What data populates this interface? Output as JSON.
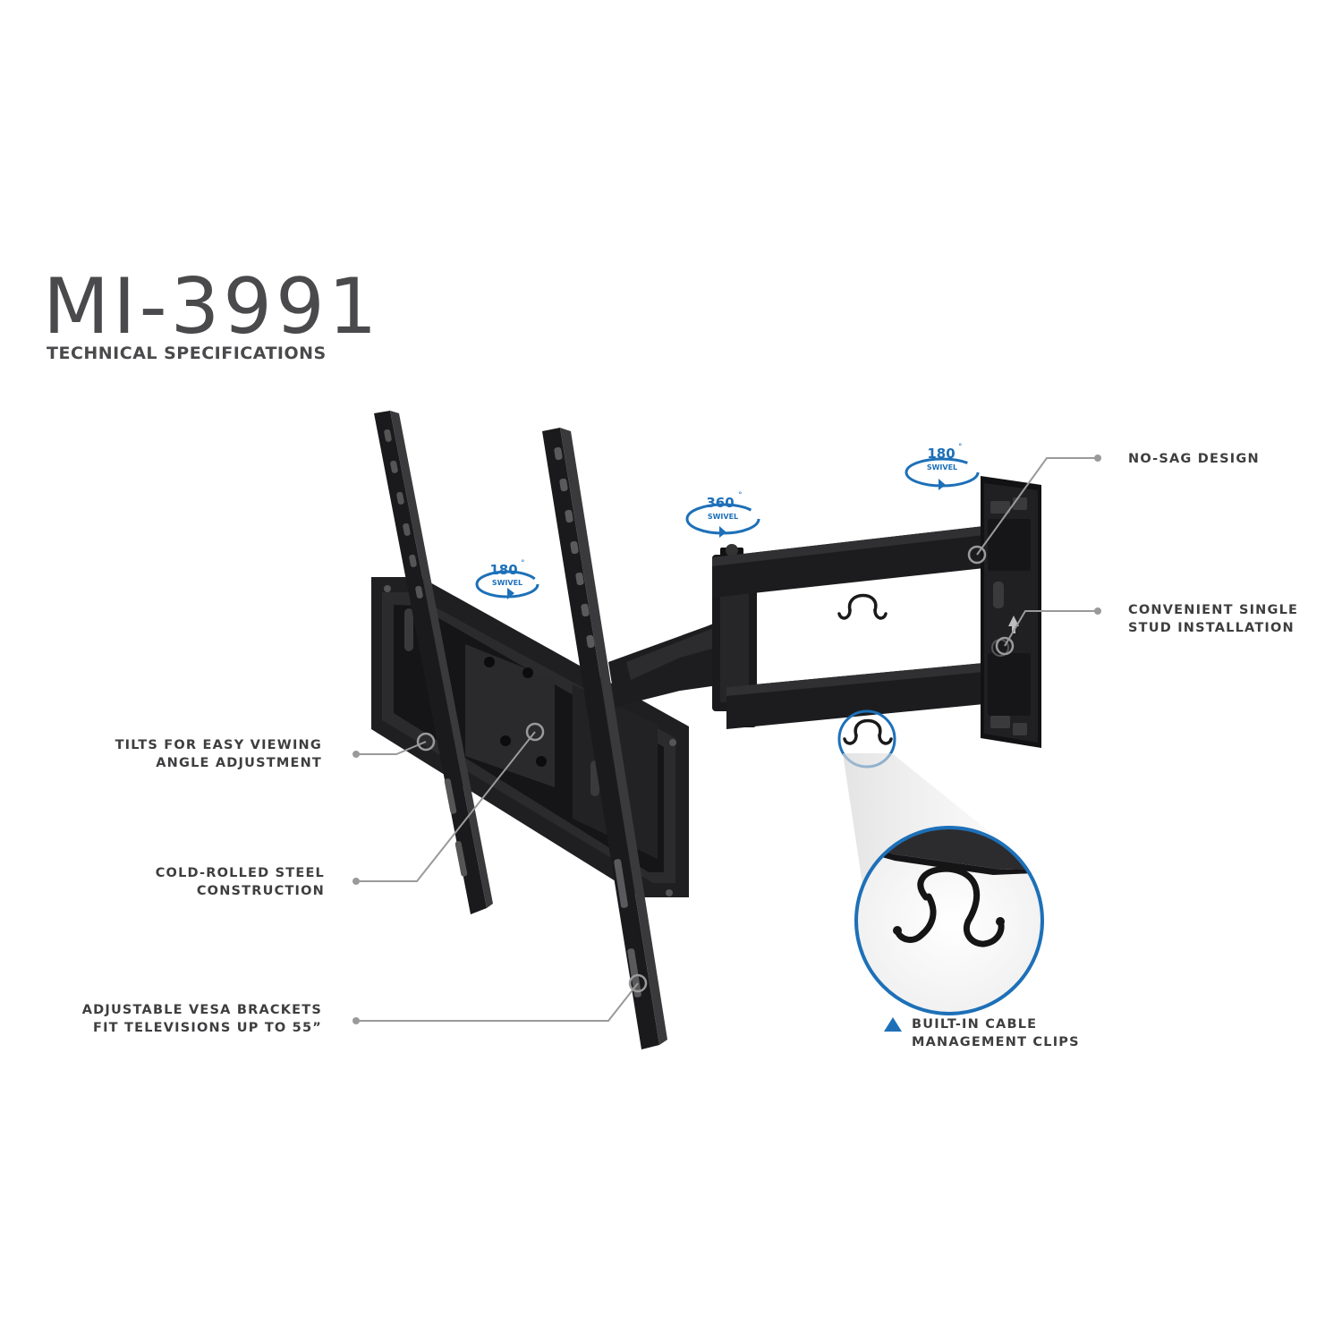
{
  "header": {
    "model": "MI-3991",
    "subtitle": "TECHNICAL SPECIFICATIONS"
  },
  "swivel_badges": [
    {
      "degrees": "180",
      "unit": "°",
      "label": "SWIVEL"
    },
    {
      "degrees": "360",
      "unit": "°",
      "label": "SWIVEL"
    },
    {
      "degrees": "180",
      "unit": "°",
      "label": "SWIVEL"
    }
  ],
  "callouts": {
    "tilt": [
      "TILTS FOR EASY VIEWING",
      "ANGLE ADJUSTMENT"
    ],
    "steel": [
      "COLD-ROLLED STEEL",
      "CONSTRUCTION"
    ],
    "vesa": [
      "ADJUSTABLE VESA BRACKETS",
      "FIT TELEVISIONS UP TO 55”"
    ],
    "no_sag": [
      "NO-SAG DESIGN"
    ],
    "stud": [
      "CONVENIENT SINGLE",
      "STUD INSTALLATION"
    ],
    "cable": [
      "BUILT-IN CABLE",
      "MANAGEMENT CLIPS"
    ]
  },
  "colors": {
    "title": "#4a4a4c",
    "text": "#3e3e40",
    "accent_blue": "#1d70b8",
    "leader_line": "#9a9a9a",
    "steel": "#1c1c1e"
  },
  "icons": [
    "rotation-arrow-icon",
    "cable-clip-icon",
    "triangle-bullet-icon",
    "stud-arrow-icon"
  ]
}
